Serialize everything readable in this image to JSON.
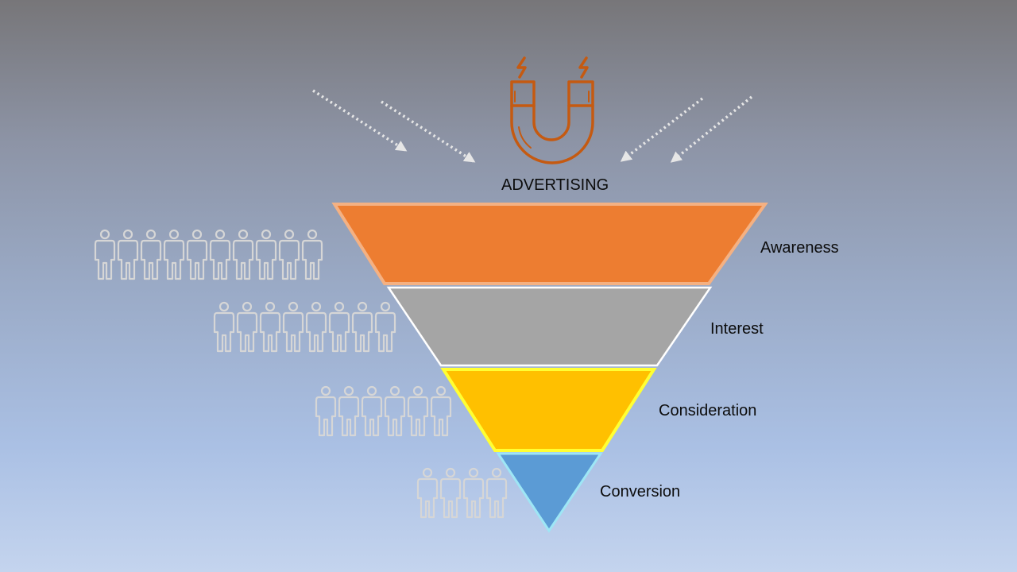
{
  "diagram": {
    "title": "ADVERTISING",
    "stages": [
      {
        "label": "Awareness",
        "fill": "#ed7d31",
        "stroke": "#f4b183",
        "people": 10
      },
      {
        "label": "Interest",
        "fill": "#a5a5a5",
        "stroke": "#ffffff",
        "people": 8
      },
      {
        "label": "Consideration",
        "fill": "#ffc000",
        "stroke": "#ffff33",
        "people": 6
      },
      {
        "label": "Conversion",
        "fill": "#5b9bd5",
        "stroke": "#9ee6f5",
        "people": 4
      }
    ],
    "icons": {
      "magnet": "magnet-icon",
      "person": "person-icon",
      "arrow": "dotted-arrow"
    },
    "colors": {
      "magnet": "#c55a11",
      "arrows": "#e6e6e6",
      "people": "#d6d6d6"
    }
  }
}
